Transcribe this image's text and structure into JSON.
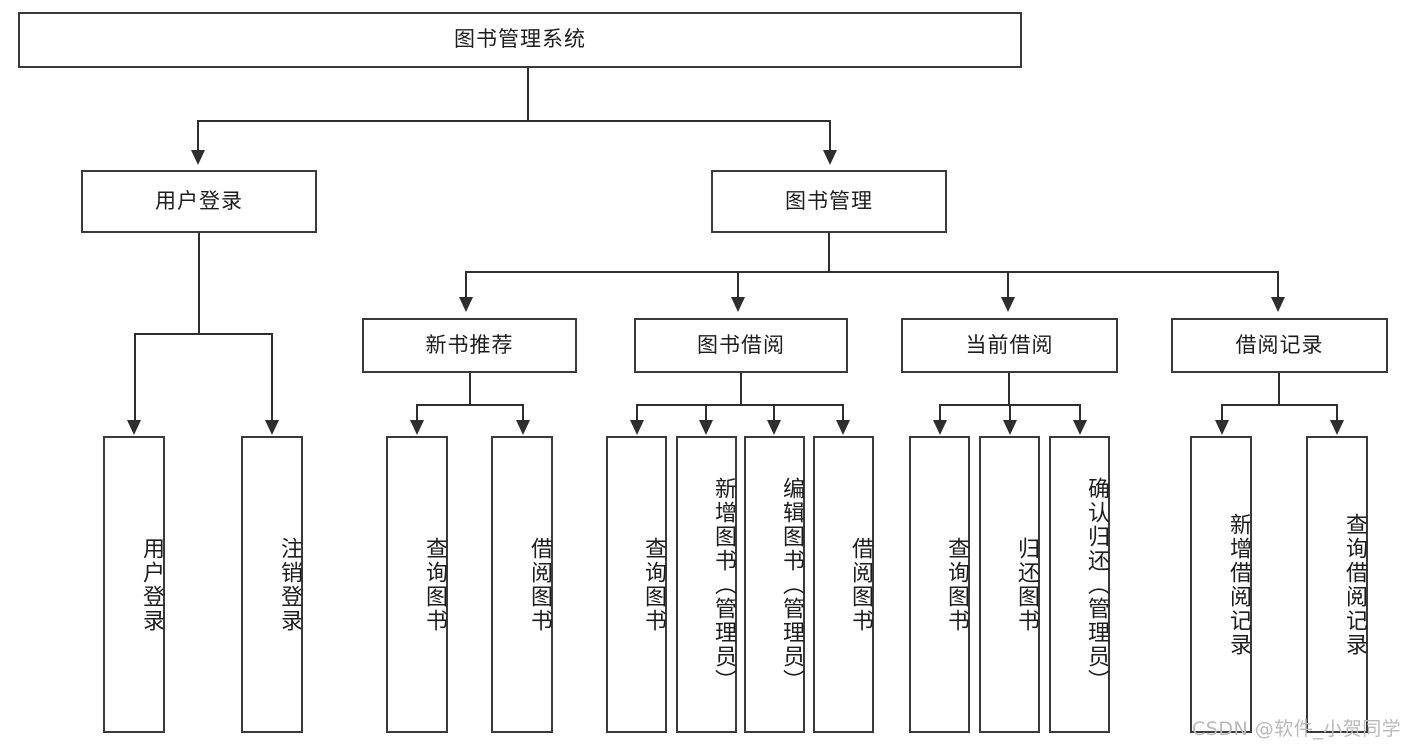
{
  "diagram": {
    "type": "tree",
    "title": "图书管理系统",
    "root": {
      "label": "图书管理系统"
    },
    "level1": [
      {
        "label": "用户登录"
      },
      {
        "label": "图书管理"
      }
    ],
    "level2": [
      {
        "label": "新书推荐"
      },
      {
        "label": "图书借阅"
      },
      {
        "label": "当前借阅"
      },
      {
        "label": "借阅记录"
      }
    ],
    "leaves": {
      "user_login": [
        {
          "label": "用户登录"
        },
        {
          "label": "注销登录"
        }
      ],
      "new_book_recommend": [
        {
          "label": "查询图书"
        },
        {
          "label": "借阅图书"
        }
      ],
      "book_borrow": [
        {
          "label": "查询图书"
        },
        {
          "label": "新增图书（管理员）"
        },
        {
          "label": "编辑图书（管理员）"
        },
        {
          "label": "借阅图书"
        }
      ],
      "current_borrow": [
        {
          "label": "查询图书"
        },
        {
          "label": "归还图书"
        },
        {
          "label": "确认归还（管理员）"
        }
      ],
      "borrow_record": [
        {
          "label": "新增借阅记录"
        },
        {
          "label": "查询借阅记录"
        }
      ]
    }
  },
  "watermark": {
    "text": "CSDN @软件_小贺同学"
  },
  "colors": {
    "box_border": "#3a3a3a",
    "line": "#2e2e2e",
    "background": "#ffffff",
    "text": "#1d1d1d",
    "watermark": "#b9b9b9"
  }
}
